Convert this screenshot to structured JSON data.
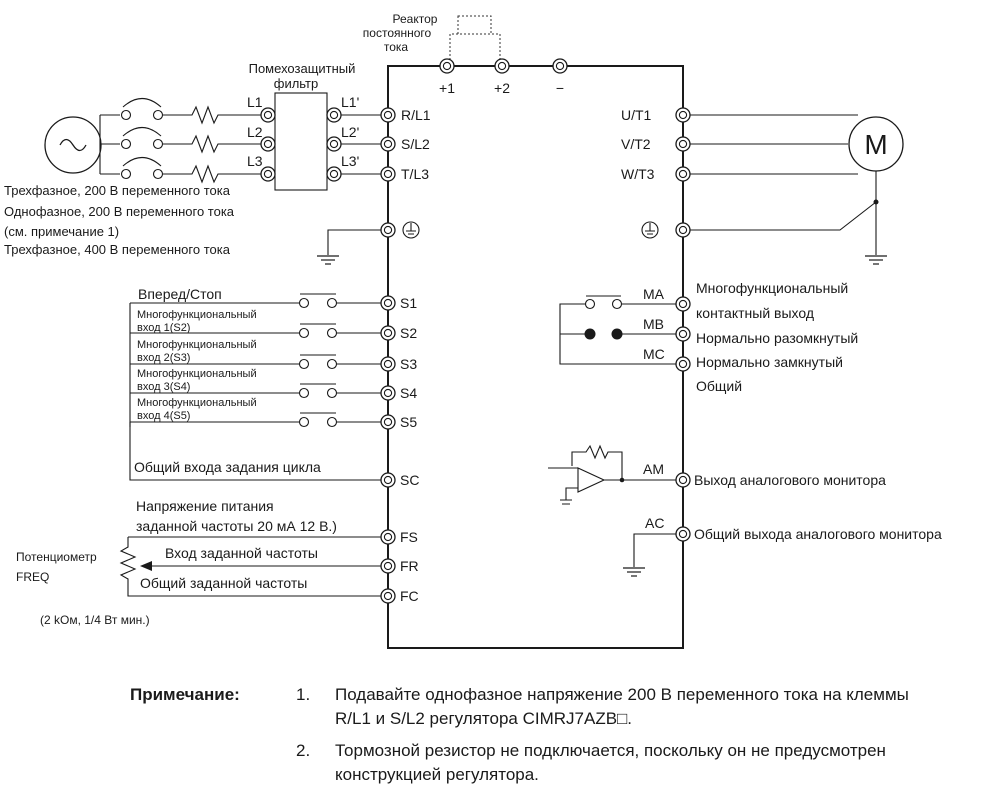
{
  "reactor": {
    "label_line1": "Реактор",
    "label_line2": "постоянного",
    "label_line3": "тока"
  },
  "filter": {
    "label_line1": "Помехозащитный",
    "label_line2": "фильтр"
  },
  "dc_terminals": {
    "plus1": "+1",
    "plus2": "+2",
    "minus": "−"
  },
  "filter_terminals": {
    "l1": "L1",
    "l2": "L2",
    "l3": "L3",
    "l1p": "L1'",
    "l2p": "L2'",
    "l3p": "L3'"
  },
  "input_terminals": {
    "rl1": "R/L1",
    "sl2": "S/L2",
    "tl3": "T/L3"
  },
  "output_terminals": {
    "ut1": "U/T1",
    "vt2": "V/T2",
    "wt3": "W/T3"
  },
  "motor": {
    "label": "M"
  },
  "supply_text": {
    "line1": "Трехфазное, 200 В переменного тока",
    "line2": "Однофазное, 200 В переменного тока",
    "line3": "(см. примечание 1)",
    "line4": "Трехфазное, 400 В переменного тока"
  },
  "inputs": {
    "s1_label": "Вперед/Стоп",
    "s2_label_line1": "Многофункциональный",
    "s2_label_line2": "вход 1(S2)",
    "s3_label_line1": "Многофункциональный",
    "s3_label_line2": "вход 2(S3)",
    "s4_label_line1": "Многофункциональный",
    "s4_label_line2": "вход 3(S4)",
    "s5_label_line1": "Многофункциональный",
    "s5_label_line2": "вход 4(S5)",
    "sc_label": "Общий входа задания цикла",
    "terminals": {
      "s1": "S1",
      "s2": "S2",
      "s3": "S3",
      "s4": "S4",
      "s5": "S5",
      "sc": "SC"
    }
  },
  "freq": {
    "fs_label_line1": "Напряжение питания",
    "fs_label_line2": "заданной частоты 20 мА 12 В.)",
    "fr_label": "Вход заданной частоты",
    "fc_label": "Общий заданной частоты",
    "pot_line1": "Потенциометр",
    "pot_line2": "FREQ",
    "pot_spec": "(2 kОм, 1/4 Вт мин.)",
    "terminals": {
      "fs": "FS",
      "fr": "FR",
      "fc": "FC"
    }
  },
  "outputs": {
    "ma": "MA",
    "mb": "MB",
    "mc": "MC",
    "relay_line1": "Многофункциональный",
    "relay_line2": "контактный выход",
    "relay_line3": "Нормально разомкнутый",
    "relay_line4": "Нормально замкнутый",
    "relay_line5": "Общий",
    "am": "AM",
    "am_label": "Выход аналогового монитора",
    "ac": "AC",
    "ac_label": "Общий выхода аналогового монитора"
  },
  "notes": {
    "heading": "Примечание:",
    "items": [
      {
        "num": "1.",
        "line1": "Подавайте однофазное напряжение 200 В переменного тока на клеммы",
        "line2": "R/L1 и S/L2 регулятора CIMRJ7AZB□."
      },
      {
        "num": "2.",
        "line1": "Тормозной резистор не подключается, поскольку он не предусмотрен",
        "line2": "конструкцией регулятора."
      }
    ]
  }
}
